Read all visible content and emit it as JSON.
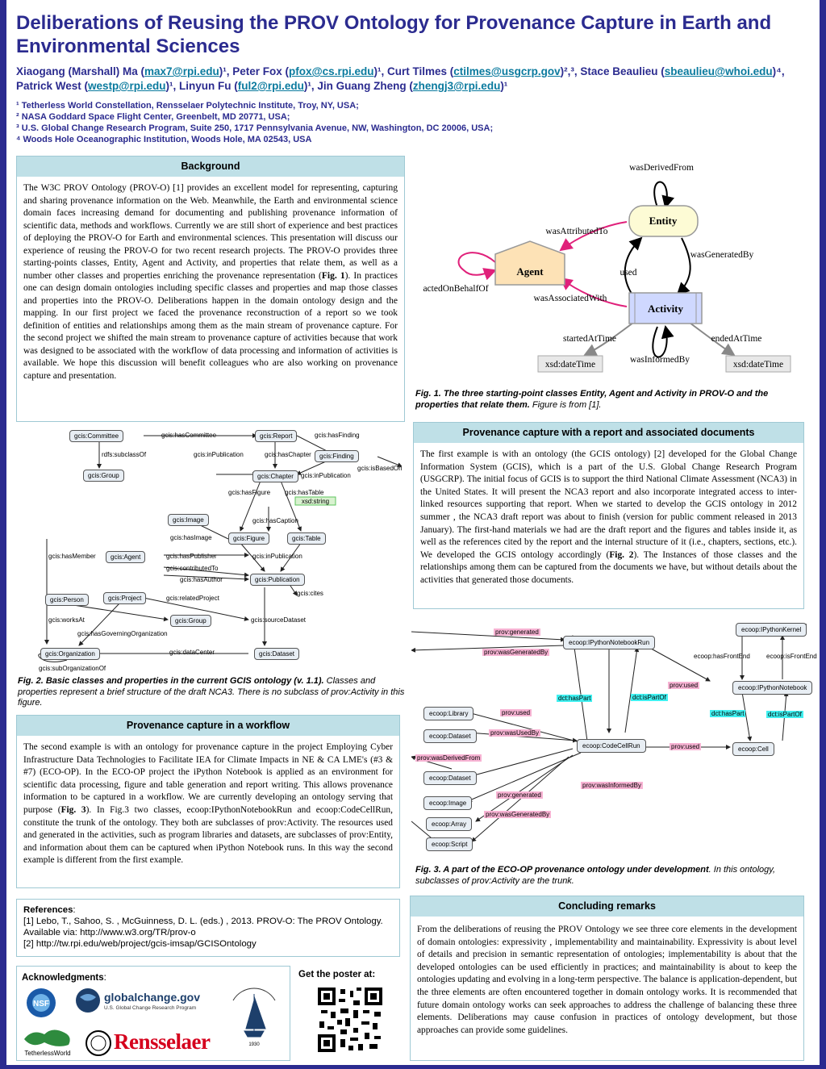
{
  "title": "Deliberations of Reusing the PROV Ontology for Provenance Capture in Earth and Environmental Sciences",
  "authors": [
    {
      "pre": "Xiaogang (Marshall) Ma (",
      "email": "max7@rpi.edu",
      "post": ")¹, "
    },
    {
      "pre": "Peter Fox (",
      "email": "pfox@cs.rpi.edu",
      "post": ")¹, "
    },
    {
      "pre": "Curt Tilmes (",
      "email": "ctilmes@usgcrp.gov",
      "post": ")²,³, "
    },
    {
      "pre": "Stace Beaulieu (",
      "email": "sbeaulieu@whoi.edu",
      "post": ")⁴, "
    },
    {
      "pre": "Patrick West (",
      "email": "westp@rpi.edu",
      "post": ")¹, "
    },
    {
      "pre": "Linyun Fu (",
      "email": "ful2@rpi.edu",
      "post": ")¹, "
    },
    {
      "pre": "Jin Guang Zheng (",
      "email": "zhengj3@rpi.edu",
      "post": ")¹"
    }
  ],
  "affiliations": [
    "¹ Tetherless World Constellation, Rensselaer Polytechnic Institute, Troy, NY, USA;",
    "² NASA Goddard Space Flight Center, Greenbelt, MD 20771, USA;",
    "³ U.S. Global Change Research Program, Suite 250, 1717 Pennsylvania Avenue, NW, Washington, DC 20006, USA;",
    "⁴ Woods Hole Oceanographic Institution, Woods Hole, MA 02543, USA"
  ],
  "background": {
    "heading": "Background",
    "text_before": "The W3C PROV Ontology (PROV-O) [1] provides an excellent model for representing, capturing and sharing provenance information on the Web. Meanwhile, the Earth and environmental science domain faces increasing demand for documenting and publishing provenance information of scientific data, methods and workflows. Currently we are still short of experience and best practices of deploying the PROV-O for Earth and environmental sciences. This presentation will discuss our experience of reusing the PROV-O for two recent research projects. The PROV-O provides three starting-points classes, Entity, Agent and Activity, and properties that relate them, as well as a number other classes and properties enriching the provenance representation (",
    "fig_ref": "Fig. 1",
    "text_after": "). In practices one can design domain ontologies including specific classes and properties and map those classes and properties into the PROV-O. Deliberations happen in the domain ontology design and the mapping. In our first project we faced the provenance reconstruction of a report so we took definition of entities and relationships among them as the main stream of provenance capture. For the second project we shifted the main stream to provenance capture of activities because that work was designed to be associated with the workflow of data processing and information of activities is available. We hope this discussion will benefit colleagues who are also working on provenance capture and presentation."
  },
  "fig1": {
    "nodes": {
      "entity": "Entity",
      "agent": "Agent",
      "activity": "Activity",
      "dt1": "xsd:dateTime",
      "dt2": "xsd:dateTime"
    },
    "edges": {
      "wasDerivedFrom": "wasDerivedFrom",
      "wasAttributedTo": "wasAttributedTo",
      "wasGeneratedBy": "wasGeneratedBy",
      "used": "used",
      "actedOnBehalfOf": "actedOnBehalfOf",
      "wasAssociatedWith": "wasAssociatedWith",
      "startedAtTime": "startedAtTime",
      "endedAtTime": "endedAtTime",
      "wasInformedBy": "wasInformedBy"
    },
    "caption_bold": "Fig. 1. The three starting-point classes Entity, Agent and Activity in PROV-O  and the properties that relate them.",
    "caption_rest": " Figure is from [1]."
  },
  "report": {
    "heading": "Provenance capture with a report and associated documents",
    "text_before": "The first example is with an ontology (the GCIS ontology) [2] developed for the Global Change Information System (GCIS), which is a part of the U.S. Global Change Research Program (USGCRP). The initial focus of GCIS is to support the third National Climate Assessment (NCA3) in the United States. It will present the NCA3 report and also incorporate integrated access to inter-linked resources supporting that report. When we started to develop the GCIS ontology in 2012 summer , the NCA3 draft report was about to finish (version for public comment released in 2013 January). The first-hand materials we had are the draft report and the figures and tables inside it, as well as the references cited by the report and the internal structure of it (i.e., chapters, sections, etc.). We developed the GCIS ontology accordingly (",
    "fig_ref": "Fig. 2",
    "text_after": "). The Instances of those classes and the relationships among them can be captured from the documents we have, but without details about the activities that generated those documents."
  },
  "fig2": {
    "nodes": {
      "committee": "gcis:Committee",
      "group1": "gcis:Group",
      "report": "gcis:Report",
      "finding": "gcis:Finding",
      "chapter": "gcis:Chapter",
      "xsd": "xsd:string",
      "image": "gcis:Image",
      "figure": "gcis:Figure",
      "table": "gcis:Table",
      "agent": "gcis:Agent",
      "publication": "gcis:Publication",
      "person": "gcis:Person",
      "project": "gcis:Project",
      "group2": "gcis:Group",
      "organization": "gcis:Organization",
      "dataset": "gcis:Dataset"
    },
    "edges": {
      "hasCommittee": "gcis:hasCommittee",
      "hasFinding": "gcis:hasFinding",
      "subclassOf": "rdfs:subclassOf",
      "inPublication1": "gcis:inPublication",
      "hasChapter": "gcis:hasChapter",
      "isBasedOn": "gcis:isBasedOn",
      "inPublication2": "gcis:inPublication",
      "hasFigure": "gcis:hasFigure",
      "hasTable": "gcis:hasTable",
      "hasCaption": "gcis:hasCaption",
      "hasImage": "gcis:hasImage",
      "hasMember": "gcis:hasMember",
      "hasPublisher": "gcis:hasPublisher",
      "inPublication3": "gcis:inPublication",
      "contributedTo": "gcis:contributedTo",
      "hasAuthor": "gcis:hasAuthor",
      "cites": "gcis:cites",
      "relatedProject": "gcis:relatedProject",
      "worksAt": "gcis:worksAt",
      "sourceDataset": "gcis:sourceDataset",
      "hasGoverningOrganization": "gcis:hasGoverningOrganization",
      "dataCenter": "gcis:dataCenter",
      "subOrganizationOf": "gcis:subOrganizationOf"
    },
    "caption_bold": "Fig. 2. Basic classes and properties in the current GCIS ontology (v. 1.1).",
    "caption_rest": " Classes and properties represent a brief structure of the draft NCA3. There is no subclass of prov:Activity in this figure."
  },
  "workflow": {
    "heading": "Provenance capture in a workflow",
    "text_before": "The second example is with an ontology for provenance capture in the project Employing Cyber Infrastructure Data Technologies to Facilitate IEA for Climate Impacts in NE & CA LME's (#3 & #7) (ECO-OP). In the ECO-OP project the iPython Notebook is applied as an environment for scientific data processing, figure and table generation and report writing. This allows provenance information to be captured in a workflow. We are currently developing an ontology serving that purpose (",
    "fig_ref": "Fig. 3",
    "text_after": "). In Fig.3 two classes, ecoop:IPythonNotebookRun and ecoop:CodeCellRun, constitute the trunk of the ontology. They both are subclasses of prov:Activity. The resources used and generated in the activities, such as program libraries and datasets,  are subclasses of prov:Entity, and information about them can be captured when iPython Notebook runs. In this way the second example is different from the first example."
  },
  "fig3": {
    "nodes": {
      "run": "ecoop:IPythonNotebookRun",
      "kernel": "ecoop:IPythonKernel",
      "notebook": "ecoop:IPythonNotebook",
      "library": "ecoop:Library",
      "dataset1": "ecoop:Dataset",
      "codecell": "ecoop:CodeCellRun",
      "cell": "ecoop:Cell",
      "dataset2": "ecoop:Dataset",
      "image": "ecoop:Image",
      "array": "ecoop:Array",
      "script": "ecoop:Script"
    },
    "edges": {
      "generated1": "prov:generated",
      "wasGeneratedBy1": "prov:wasGeneratedBy",
      "hasFrontEnd": "ecoop:hasFrontEnd",
      "isFrontEnd": "ecoop:isFrontEnd",
      "used1": "prov:used",
      "hasPart1": "dct:hasPart",
      "isPartOf1": "dct:isPartOf",
      "hasPart2": "dct:hasPart",
      "isPartOf2": "dct:isPartOf",
      "used2": "prov:used",
      "wasUsedBy": "prov:wasUsedBy",
      "used3": "prov:used",
      "wasDerivedFrom": "prov:wasDerivedFrom",
      "wasInformedBy": "prov:wasInformedBy",
      "generated2": "prov:generated",
      "wasGeneratedBy2": "prov:wasGeneratedBy"
    },
    "caption_bold": "Fig. 3. A part of the ECO-OP provenance ontology under development",
    "caption_rest": ". In this ontology, subclasses of prov:Activity are the trunk."
  },
  "references": {
    "heading": "References",
    "items": [
      "[1] Lebo, T., Sahoo, S. , McGuinness, D. L. (eds.) , 2013. PROV-O: The PROV Ontology. Available via: http://www.w3.org/TR/prov-o",
      "[2] http://tw.rpi.edu/web/project/gcis-imsap/GCISOntology"
    ]
  },
  "acknowledgments": {
    "heading": "Acknowledgments",
    "logos": {
      "nsf": "NSF",
      "globalchange": "globalchange.gov",
      "globalchange_sub": "U.S. Global Change Research Program",
      "whoi": "WOODS HOLE OCEANOGRAPHIC INSTITUTION",
      "whoi_year": "1930",
      "tetherless": "TetherlessWorld",
      "rensselaer": "Rensselaer"
    }
  },
  "poster_link": "Get  the poster at:",
  "concluding": {
    "heading": "Concluding remarks",
    "text": "From the deliberations of reusing the PROV Ontology we see three core elements in the development of domain ontologies: expressivity , implementability and maintainability. Expressivity is about level of details and precision in semantic representation of ontologies; implementability is about that the developed ontologies can be used efficiently in practices; and maintainability is about to keep the ontologies updating and evolving in a long-term perspective. The balance is application-dependent, but the three elements are often encountered together in domain ontology works. It is recommended that future domain ontology works can seek approaches to address the challenge of balancing these three elements. Deliberations may cause confusion in practices of ontology development, but those approaches can provide some guidelines."
  },
  "colors": {
    "title": "#2b2b8f",
    "box_header": "#bfe0e7",
    "box_border": "#9fc9d4",
    "link": "#0a7a9e",
    "prov_pink": "#f7b3d3",
    "dct_cyan": "#3ff0f0",
    "xsd_green": "#5cc45c"
  }
}
